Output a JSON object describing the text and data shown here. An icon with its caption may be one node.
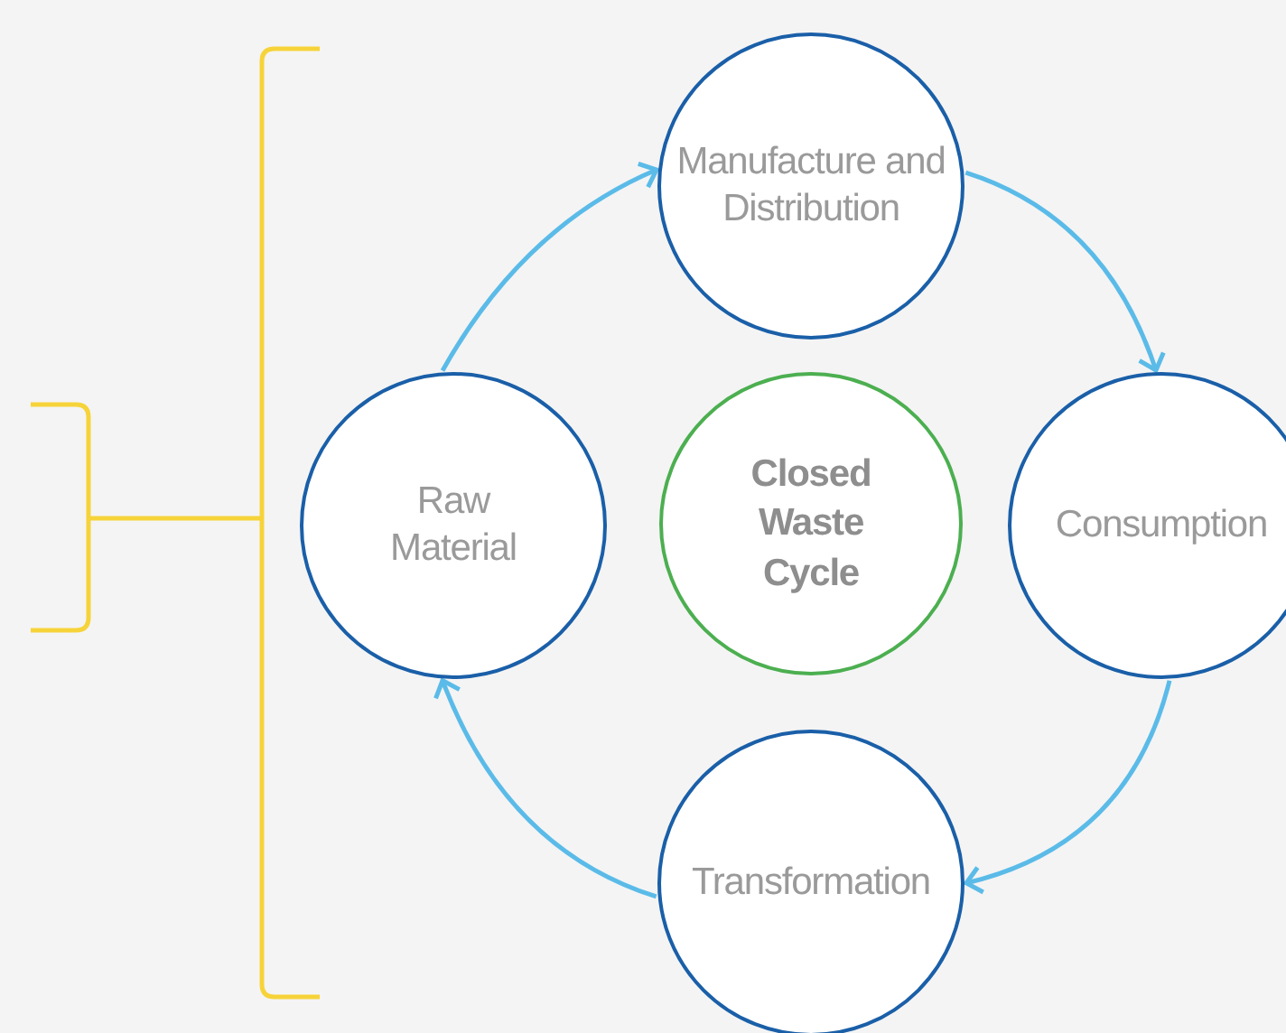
{
  "diagram": {
    "nodes": [
      {
        "text": [
          "Manufacture and Distribution"
        ]
      },
      {
        "text": [
          "Raw Material"
        ]
      },
      {
        "text": [
          "Closed Waste Cycle"
        ]
      },
      {
        "text": [
          "Consumption"
        ]
      },
      {
        "text": [
          "Transformation"
        ]
      }
    ],
    "edges": [
      {
        "from": 1,
        "to": 0,
        "arrow": "to"
      },
      {
        "from": 0,
        "to": 3,
        "arrow": "to"
      },
      {
        "from": 3,
        "to": 4,
        "arrow": "to"
      },
      {
        "from": 4,
        "to": 1,
        "arrow": "to"
      }
    ]
  }
}
